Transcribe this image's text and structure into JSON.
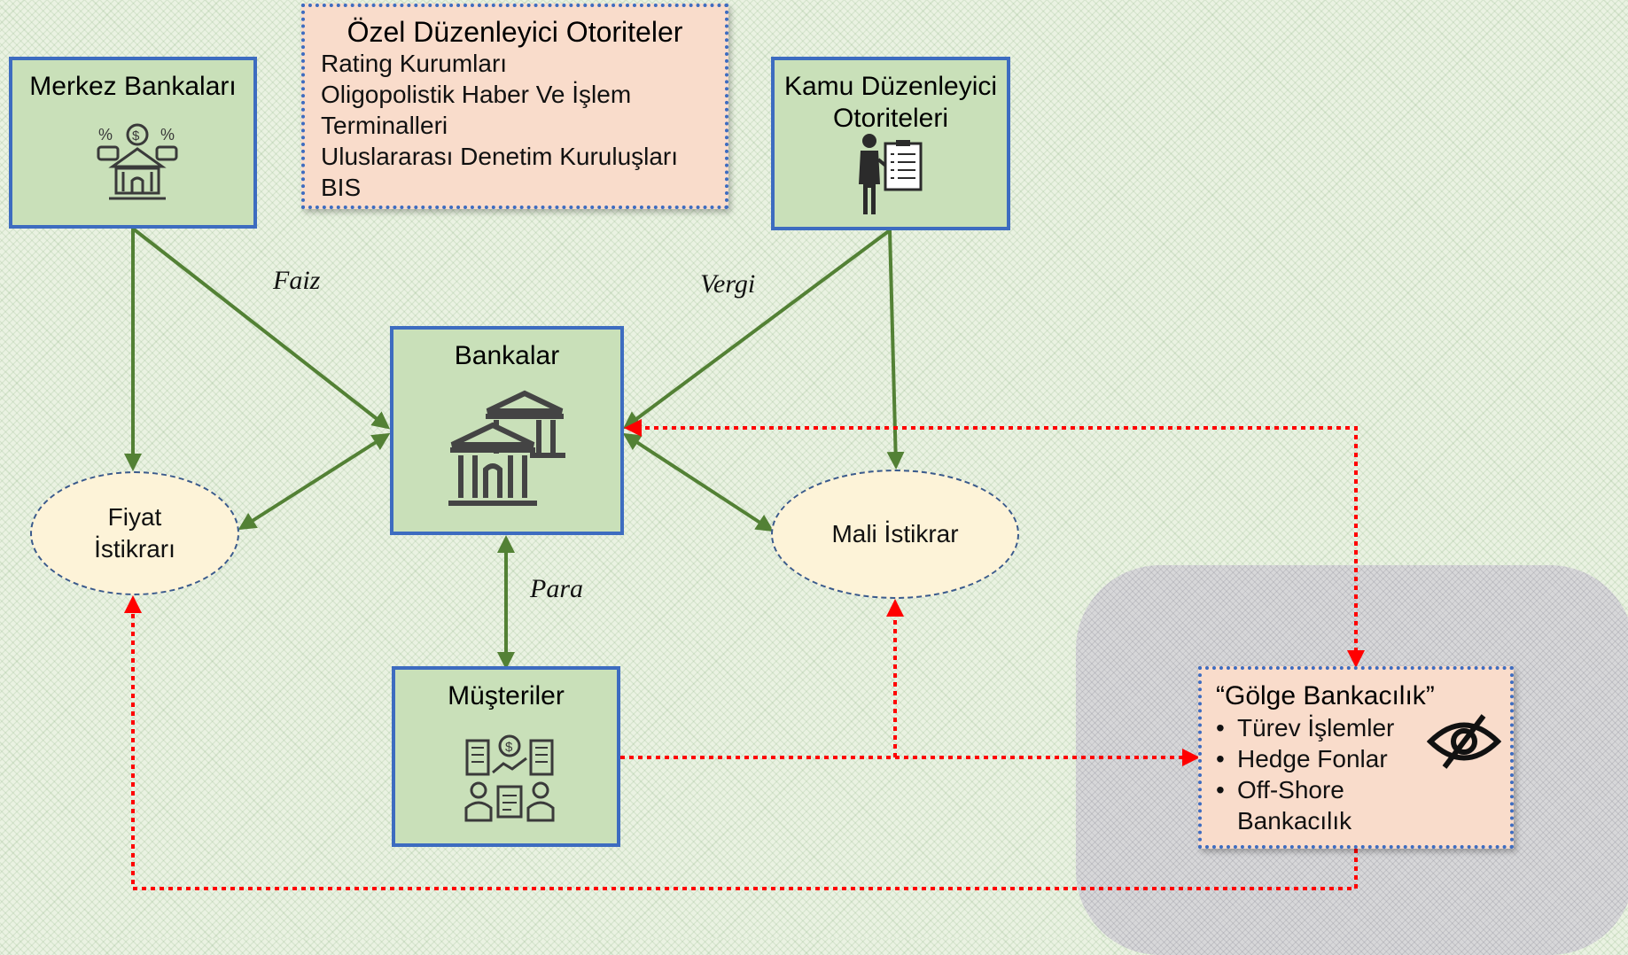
{
  "boxes": {
    "merkez": {
      "title": "Merkez Bankaları"
    },
    "kamu": {
      "title": "Kamu Düzenleyici Otoriteleri"
    },
    "bankalar": {
      "title": "Bankalar"
    },
    "musteriler": {
      "title": "Müşteriler"
    }
  },
  "ozel": {
    "title": "Özel Düzenleyici Otoriteler",
    "items": [
      "Rating Kurumları",
      "Oligopolistik Haber Ve İşlem",
      "Terminalleri",
      "Uluslararası Denetim Kuruluşları",
      "BIS"
    ]
  },
  "golge": {
    "title": "“Gölge Bankacılık”",
    "bullet": "•",
    "items": [
      "Türev İşlemler",
      "Hedge Fonlar",
      "Off-Shore",
      "Bankacılık"
    ]
  },
  "ellipses": {
    "fiyat": {
      "line1": "Fiyat",
      "line2": "İstikrarı"
    },
    "mali": {
      "label": "Mali İstikrar"
    }
  },
  "edge_labels": {
    "faiz": "Faiz",
    "vergi": "Vergi",
    "para": "Para"
  },
  "icons": {
    "merkez": "central-bank-icon",
    "kamu": "regulator-clipboard-icon",
    "bankalar": "bank-buildings-icon",
    "musteriler": "customers-business-icon",
    "golge": "eye-slash-icon"
  },
  "colors": {
    "box_fill": "#c9e0b9",
    "box_border": "#3d6cc0",
    "green_arrow": "#538135",
    "red_dotted_arrow": "#ff0000",
    "ellipse_fill": "#fdf3d8",
    "note_fill": "#f9dccb"
  }
}
